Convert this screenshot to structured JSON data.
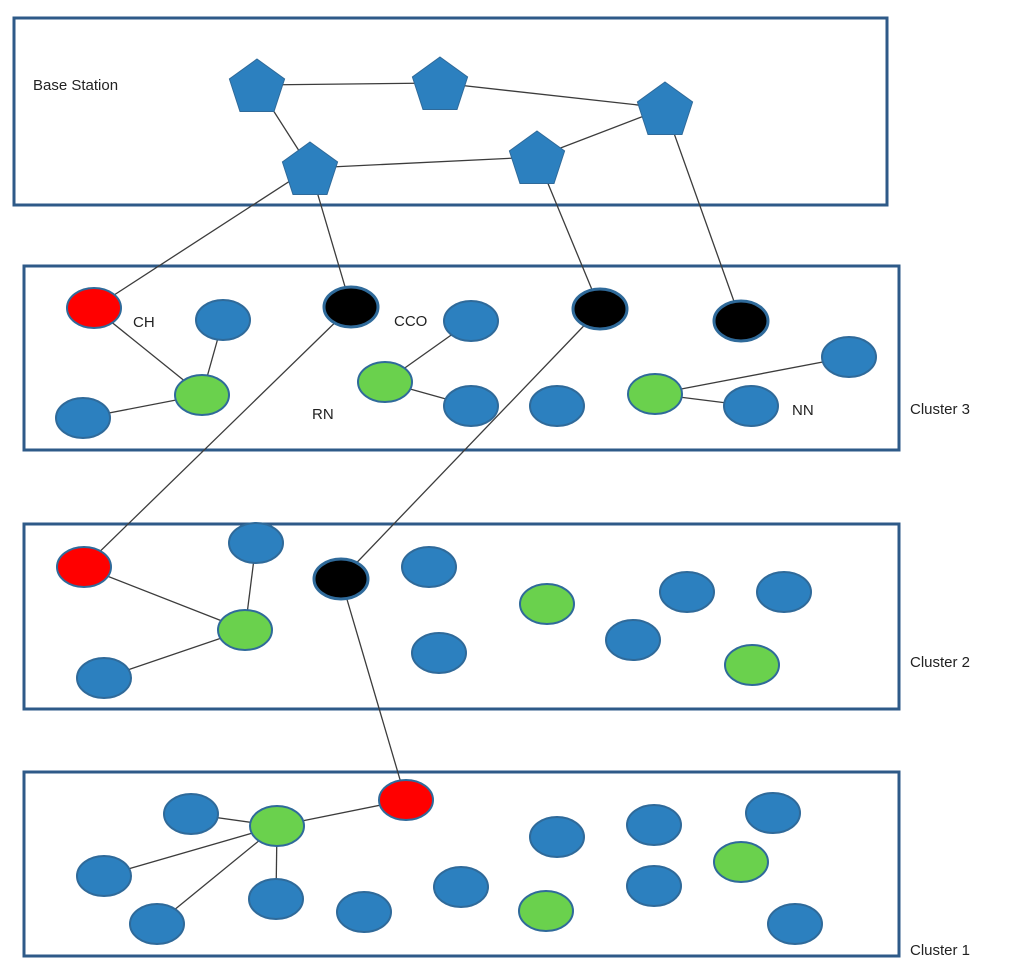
{
  "labels": {
    "base_station": "Base Station",
    "ch": "CH",
    "cco": "CCO",
    "rn": "RN",
    "nn": "NN",
    "cluster3": "Cluster 3",
    "cluster2": "Cluster 2",
    "cluster1": "Cluster 1"
  },
  "colors": {
    "blue": "#2c80bf",
    "green": "#6ad14d",
    "red": "#ff0000",
    "black": "#000000",
    "pentagon": "#2c80bf"
  },
  "base_stations": [
    "bs-1",
    "bs-2",
    "bs-3",
    "bs-4",
    "bs-5"
  ],
  "cluster_nodes": {
    "cluster3": [
      {
        "id": "c3-ch",
        "type": "red"
      },
      {
        "id": "c3-b1",
        "type": "blue"
      },
      {
        "id": "c3-g1",
        "type": "green"
      },
      {
        "id": "c3-b2",
        "type": "blue"
      },
      {
        "id": "c3-k1",
        "type": "black"
      },
      {
        "id": "c3-b3",
        "type": "blue"
      },
      {
        "id": "c3-g2",
        "type": "green"
      },
      {
        "id": "c3-b4",
        "type": "blue"
      },
      {
        "id": "c3-k2",
        "type": "black"
      },
      {
        "id": "c3-b5",
        "type": "blue"
      },
      {
        "id": "c3-k3",
        "type": "black"
      },
      {
        "id": "c3-b6",
        "type": "blue"
      },
      {
        "id": "c3-g3",
        "type": "green"
      },
      {
        "id": "c3-b7",
        "type": "blue"
      }
    ],
    "cluster2": [
      {
        "id": "c2-ch",
        "type": "red"
      },
      {
        "id": "c2-b1",
        "type": "blue"
      },
      {
        "id": "c2-g1",
        "type": "green"
      },
      {
        "id": "c2-b2",
        "type": "blue"
      },
      {
        "id": "c2-k1",
        "type": "black"
      },
      {
        "id": "c2-b3",
        "type": "blue"
      },
      {
        "id": "c2-b4",
        "type": "blue"
      },
      {
        "id": "c2-g2",
        "type": "green"
      },
      {
        "id": "c2-b5",
        "type": "blue"
      },
      {
        "id": "c2-b6",
        "type": "blue"
      },
      {
        "id": "c2-b7",
        "type": "blue"
      },
      {
        "id": "c2-g3",
        "type": "green"
      }
    ],
    "cluster1": [
      {
        "id": "c1-b1",
        "type": "blue"
      },
      {
        "id": "c1-g1",
        "type": "green"
      },
      {
        "id": "c1-ch",
        "type": "red"
      },
      {
        "id": "c1-b2",
        "type": "blue"
      },
      {
        "id": "c1-b3",
        "type": "blue"
      },
      {
        "id": "c1-b4",
        "type": "blue"
      },
      {
        "id": "c1-b5",
        "type": "blue"
      },
      {
        "id": "c1-b6",
        "type": "blue"
      },
      {
        "id": "c1-b7",
        "type": "blue"
      },
      {
        "id": "c1-g2",
        "type": "green"
      },
      {
        "id": "c1-b8",
        "type": "blue"
      },
      {
        "id": "c1-b9",
        "type": "blue"
      },
      {
        "id": "c1-b10",
        "type": "blue"
      },
      {
        "id": "c1-g3",
        "type": "green"
      },
      {
        "id": "c1-b11",
        "type": "blue"
      }
    ]
  },
  "links": [
    [
      "bs-1",
      "bs-2"
    ],
    [
      "bs-2",
      "bs-3"
    ],
    [
      "bs-1",
      "bs-4"
    ],
    [
      "bs-4",
      "bs-5"
    ],
    [
      "bs-5",
      "bs-3"
    ],
    [
      "bs-4",
      "c3-ch"
    ],
    [
      "bs-4",
      "c3-k1"
    ],
    [
      "bs-5",
      "c3-k2"
    ],
    [
      "bs-3",
      "c3-k3"
    ],
    [
      "c3-ch",
      "c3-g1"
    ],
    [
      "c3-b1",
      "c3-g1"
    ],
    [
      "c3-b2",
      "c3-g1"
    ],
    [
      "c3-b3",
      "c3-g2"
    ],
    [
      "c3-b4",
      "c3-g2"
    ],
    [
      "c3-b6",
      "c3-g3"
    ],
    [
      "c3-b7",
      "c3-g3"
    ],
    [
      "c3-k1",
      "c2-ch"
    ],
    [
      "c3-k2",
      "c2-k1"
    ],
    [
      "c2-ch",
      "c2-g1"
    ],
    [
      "c2-b1",
      "c2-g1"
    ],
    [
      "c2-b2",
      "c2-g1"
    ],
    [
      "c2-k1",
      "c1-ch"
    ],
    [
      "c1-ch",
      "c1-g1"
    ],
    [
      "c1-b1",
      "c1-g1"
    ],
    [
      "c1-b2",
      "c1-g1"
    ],
    [
      "c1-b3",
      "c1-g1"
    ],
    [
      "c1-b4",
      "c1-g1"
    ]
  ]
}
